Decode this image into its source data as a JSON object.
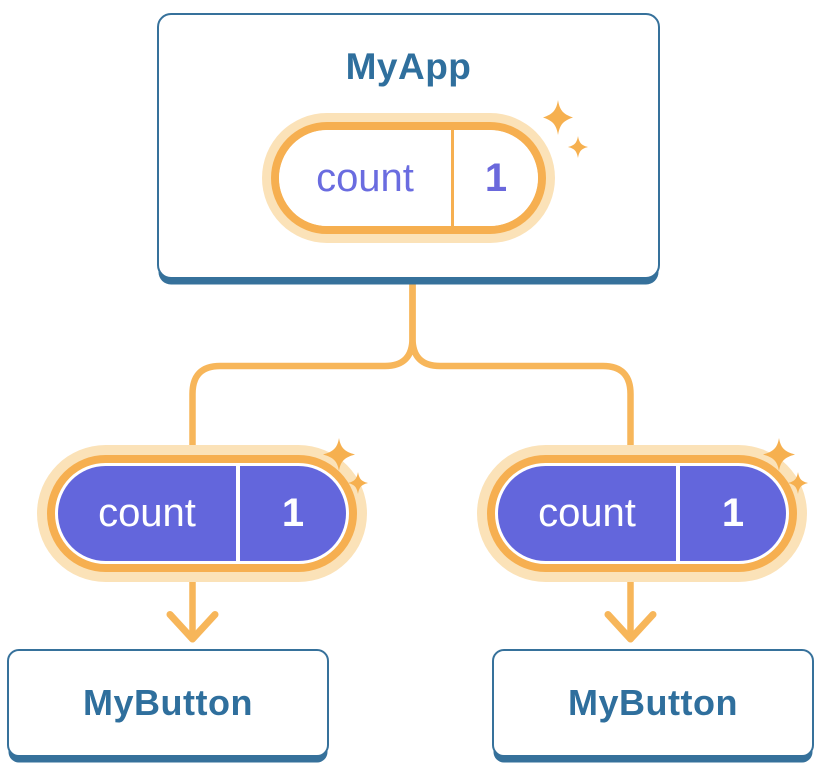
{
  "root": {
    "title": "MyApp",
    "state": {
      "label": "count",
      "value": "1"
    }
  },
  "children": [
    {
      "title": "MyButton",
      "state": {
        "label": "count",
        "value": "1"
      }
    },
    {
      "title": "MyButton",
      "state": {
        "label": "count",
        "value": "1"
      }
    }
  ],
  "icons": {
    "sparkle": "✦"
  },
  "colors": {
    "node_border_blue": "#36719B",
    "node_text_blue": "#2F6F9D",
    "connector_orange": "#F7B65A",
    "pill_ring_orange": "#F6AF50",
    "pill_halo_cream": "#FBE2B8",
    "pill_fill_purple": "#6366DC",
    "pill_text_purple": "#6A6CE0",
    "sparkle_orange": "#F6B04F",
    "background": "#FFFFFF"
  }
}
